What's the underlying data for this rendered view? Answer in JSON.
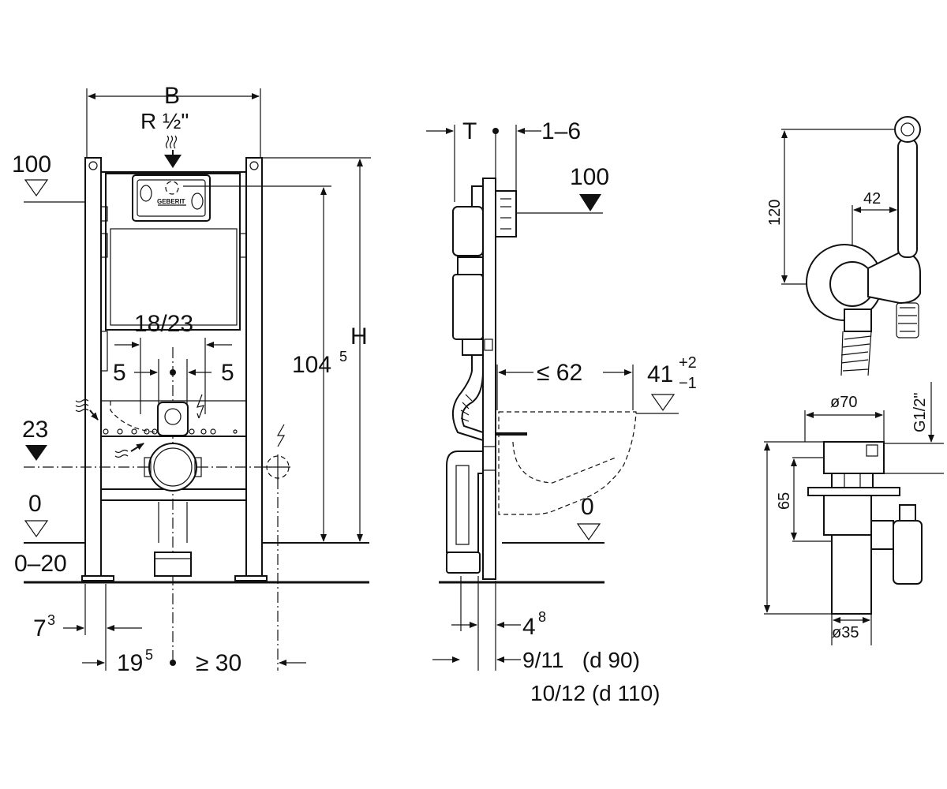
{
  "front_view": {
    "width_label": "B",
    "thread_label": "R ½\"",
    "height_label": "H",
    "height_1045_base": "104",
    "height_1045_sup": "5",
    "level_100": "100",
    "level_23": "23",
    "level_0": "0",
    "floor_range": "0–20",
    "pipe_spacing": "18/23",
    "left_5": "5",
    "right_5": "5",
    "foot_offset_base": "7",
    "foot_offset_sup": "3",
    "center_offset_base": "19",
    "center_offset_sup": "5",
    "min_distance": "≥ 30",
    "brand_text": "GEBERIT"
  },
  "side_view": {
    "depth_label": "T",
    "depth_range": "1–6",
    "level_100": "100",
    "projection": "≤ 62",
    "bowl_height": "41",
    "bowl_height_plus": "+2",
    "bowl_height_minus": "−1",
    "level_0": "0",
    "offset_base": "4",
    "offset_sup": "8",
    "pipe_d90": "9/11   (d 90)",
    "pipe_d110": "10/12 (d 110)"
  },
  "detail_top": {
    "height_120": "120",
    "width_42": "42"
  },
  "detail_bottom": {
    "diameter_70": "ø70",
    "thread_g12": "G1/2\"",
    "height_65": "65",
    "diameter_35": "ø35"
  }
}
